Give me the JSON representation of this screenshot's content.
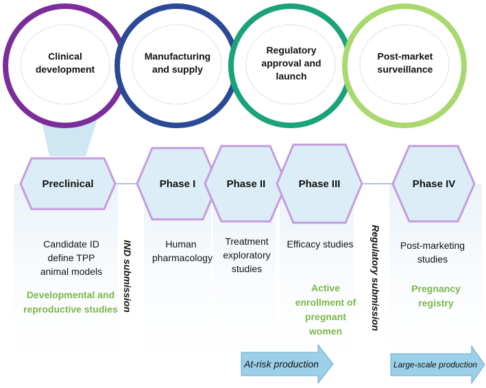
{
  "circles": [
    {
      "label": "Clinical development",
      "color": "#7b2e9a"
    },
    {
      "label": "Manufacturing and supply",
      "color": "#2b4a96"
    },
    {
      "label": "Regulatory approval and launch",
      "color": "#1aa27a"
    },
    {
      "label": "Post-market surveillance",
      "color": "#a9d86e"
    }
  ],
  "phases": [
    {
      "label": "Preclinical"
    },
    {
      "label": "Phase I"
    },
    {
      "label": "Phase II"
    },
    {
      "label": "Phase III"
    },
    {
      "label": "Phase IV"
    }
  ],
  "descriptions": {
    "preclinical": "Candidate ID define TPP animal models",
    "phase1": "Human pharmacology",
    "phase2": "Treatment exploratory studies",
    "phase3": "Efficacy studies",
    "phase4": "Post-marketing studies"
  },
  "highlights": {
    "preclinical": "Developmental and reproductive studies",
    "phase3": "Active enrollment of pregnant women",
    "phase4": "Pregnancy registry"
  },
  "milestones": {
    "ind": "IND submission",
    "regulatory": "Regulatory submission"
  },
  "arrows": {
    "at_risk": "At-risk production",
    "large_scale": "Large-scale production"
  },
  "colors": {
    "hex_fill": "#dbeef7",
    "hex_stroke": "#c59be0",
    "highlight_text": "#7ab648",
    "arrow_fill": "#9ccfe8"
  }
}
